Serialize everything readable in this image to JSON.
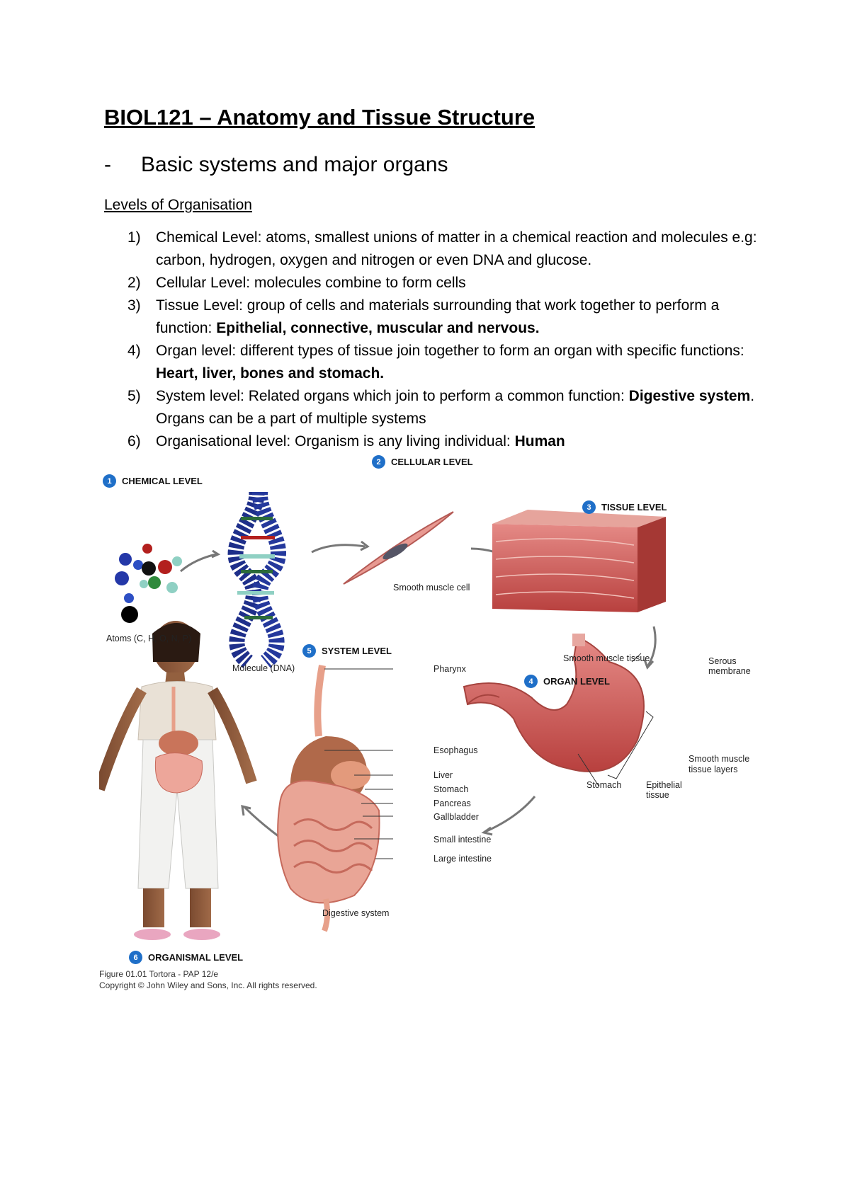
{
  "title": "BIOL121 – Anatomy and Tissue Structure",
  "subtitle": {
    "dash": "-",
    "text": "Basic systems and major organs"
  },
  "section_heading": "Levels of Organisation",
  "levels": [
    {
      "num": "1)",
      "text": "Chemical Level: atoms, smallest unions of matter in a chemical reaction and molecules e.g: carbon, hydrogen, oxygen and nitrogen or even DNA and glucose.",
      "bold": "",
      "tail": ""
    },
    {
      "num": "2)",
      "text": "Cellular Level: molecules combine to form cells",
      "bold": "",
      "tail": ""
    },
    {
      "num": "3)",
      "text": "Tissue Level: group of cells and materials surrounding that work together to perform a function: ",
      "bold": "Epithelial, connective, muscular and nervous.",
      "tail": ""
    },
    {
      "num": "4)",
      "text": "Organ level: different types of tissue join together to form an organ with specific functions: ",
      "bold": "Heart, liver, bones and stomach.",
      "tail": ""
    },
    {
      "num": "5)",
      "text": "System level: Related organs which join to perform a common function: ",
      "bold": "Digestive system",
      "tail": ". Organs can be a part of multiple systems"
    },
    {
      "num": "6)",
      "text": "Organisational level: Organism is any living individual: ",
      "bold": "Human",
      "tail": ""
    }
  ],
  "figure": {
    "level_badges": {
      "chemical": {
        "num": "1",
        "label": "CHEMICAL LEVEL"
      },
      "cellular": {
        "num": "2",
        "label": "CELLULAR LEVEL"
      },
      "tissue": {
        "num": "3",
        "label": "TISSUE LEVEL"
      },
      "organ": {
        "num": "4",
        "label": "ORGAN LEVEL"
      },
      "system": {
        "num": "5",
        "label": "SYSTEM LEVEL"
      },
      "organismal": {
        "num": "6",
        "label": "ORGANISMAL LEVEL"
      }
    },
    "labels": {
      "atoms": "Atoms (C, H, O, N, P)",
      "molecule": "Molecule (DNA)",
      "cell": "Smooth muscle cell",
      "tissue": "Smooth muscle tissue",
      "serous": "Serous",
      "membrane": "membrane",
      "smooth_muscle_layers_1": "Smooth muscle",
      "smooth_muscle_layers_2": "tissue layers",
      "stomach_organ": "Stomach",
      "epithelial_1": "Epithelial",
      "epithelial_2": "tissue",
      "pharynx": "Pharynx",
      "esophagus": "Esophagus",
      "liver": "Liver",
      "stomach": "Stomach",
      "pancreas": "Pancreas",
      "gallbladder": "Gallbladder",
      "small_intestine": "Small intestine",
      "large_intestine": "Large intestine",
      "digestive_system": "Digestive system"
    },
    "caption_line1": "Figure 01.01  Tortora - PAP 12/e",
    "caption_line2": "Copyright © John Wiley and Sons, Inc. All rights reserved."
  }
}
